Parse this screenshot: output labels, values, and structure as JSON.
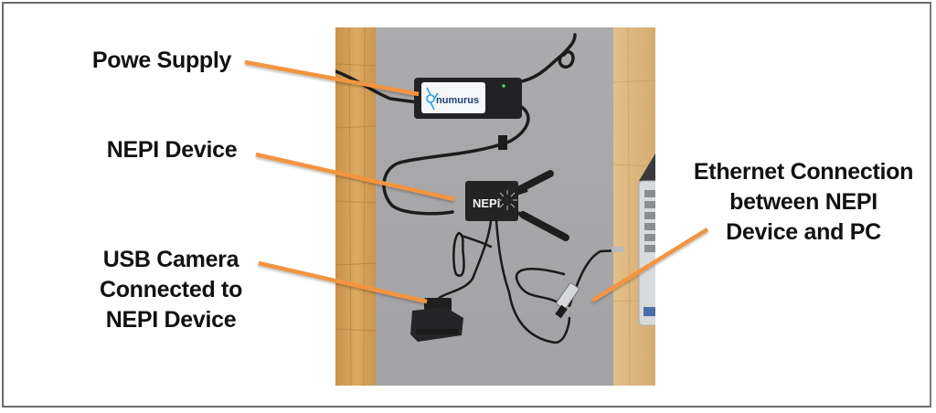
{
  "figure": {
    "type": "annotated-photo",
    "subject": "NEPI hardware setup",
    "callouts": [
      {
        "id": "power_supply",
        "lines": [
          "Powe Supply"
        ],
        "text": "Powe Supply"
      },
      {
        "id": "nepi_device",
        "lines": [
          "NEPI Device"
        ],
        "text": "NEPI Device"
      },
      {
        "id": "usb_camera",
        "lines": [
          "USB Camera",
          "Connected to",
          "NEPI Device"
        ],
        "text": "USB Camera Connected to NEPI Device"
      },
      {
        "id": "ethernet",
        "lines": [
          "Ethernet Connection",
          "between NEPI",
          "Device and PC"
        ],
        "text": "Ethernet Connection between NEPI Device and PC"
      }
    ],
    "photo_labels": {
      "power_supply_brand": "numurus",
      "device_label": "NEPi"
    },
    "colors": {
      "callout_line": "#f39440",
      "frame_border": "#6b6b6b",
      "mat_gray": "#a9a9ab",
      "wood": "#d8a862",
      "device_black": "#232324",
      "led_green": "#3ddc5a"
    }
  }
}
